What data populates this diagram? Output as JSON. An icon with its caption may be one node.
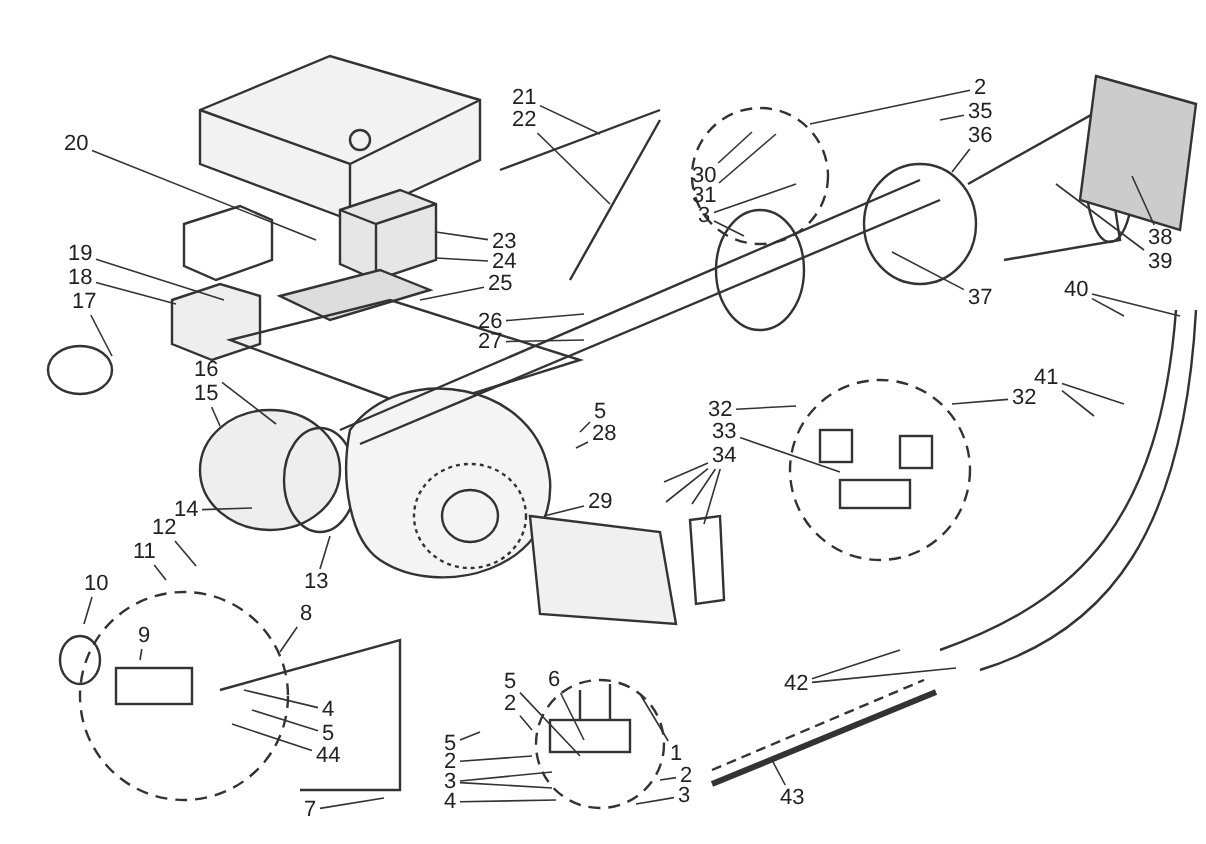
{
  "diagram": {
    "nodes": [
      {
        "text": [
          "21"
        ]
      },
      {
        "text": [
          "2"
        ]
      },
      {
        "text": [
          "22"
        ]
      },
      {
        "text": [
          "35"
        ]
      },
      {
        "text": [
          "36"
        ]
      },
      {
        "text": [
          "20"
        ]
      },
      {
        "text": [
          "30"
        ]
      },
      {
        "text": [
          "31"
        ]
      },
      {
        "text": [
          "3"
        ]
      },
      {
        "text": [
          "38"
        ]
      },
      {
        "text": [
          "23"
        ]
      },
      {
        "text": [
          "19"
        ]
      },
      {
        "text": [
          "24"
        ]
      },
      {
        "text": [
          "18"
        ]
      },
      {
        "text": [
          "25"
        ]
      },
      {
        "text": [
          "39"
        ]
      },
      {
        "text": [
          "40"
        ]
      },
      {
        "text": [
          "37"
        ]
      },
      {
        "text": [
          "17"
        ]
      },
      {
        "text": [
          "26"
        ]
      },
      {
        "text": [
          "27"
        ]
      },
      {
        "text": [
          "16"
        ]
      },
      {
        "text": [
          "41"
        ]
      },
      {
        "text": [
          "15"
        ]
      },
      {
        "text": [
          "32"
        ]
      },
      {
        "text": [
          "32"
        ]
      },
      {
        "text": [
          "5"
        ]
      },
      {
        "text": [
          "28"
        ]
      },
      {
        "text": [
          "33"
        ]
      },
      {
        "text": [
          "34"
        ]
      },
      {
        "text": [
          "29"
        ]
      },
      {
        "text": [
          "14"
        ]
      },
      {
        "text": [
          "12"
        ]
      },
      {
        "text": [
          "11"
        ]
      },
      {
        "text": [
          "13"
        ]
      },
      {
        "text": [
          "10"
        ]
      },
      {
        "text": [
          "8"
        ]
      },
      {
        "text": [
          "9"
        ]
      },
      {
        "text": [
          "6"
        ]
      },
      {
        "text": [
          "5"
        ]
      },
      {
        "text": [
          "42"
        ]
      },
      {
        "text": [
          "2"
        ]
      },
      {
        "text": [
          "4"
        ]
      },
      {
        "text": [
          "5"
        ]
      },
      {
        "text": [
          "5"
        ]
      },
      {
        "text": [
          "1"
        ]
      },
      {
        "text": [
          "44"
        ]
      },
      {
        "text": [
          "2"
        ]
      },
      {
        "text": [
          "2"
        ]
      },
      {
        "text": [
          "3"
        ]
      },
      {
        "text": [
          "43"
        ]
      },
      {
        "text": [
          "3"
        ]
      },
      {
        "text": [
          "4"
        ]
      },
      {
        "text": [
          "7"
        ]
      }
    ],
    "edges": [
      {
        "from": 0,
        "to": null,
        "arrow": "none"
      },
      {
        "from": 1,
        "to": null,
        "arrow": "none"
      },
      {
        "from": 2,
        "to": null,
        "arrow": "none"
      },
      {
        "from": 3,
        "to": null,
        "arrow": "none"
      },
      {
        "from": 4,
        "to": null,
        "arrow": "none"
      },
      {
        "from": 5,
        "to": null,
        "arrow": "none"
      },
      {
        "from": 6,
        "to": null,
        "arrow": "none"
      },
      {
        "from": 7,
        "to": null,
        "arrow": "none"
      },
      {
        "from": 8,
        "to": null,
        "arrow": "none"
      },
      {
        "from": 8,
        "to": null,
        "arrow": "none"
      },
      {
        "from": 9,
        "to": null,
        "arrow": "none"
      },
      {
        "from": 10,
        "to": null,
        "arrow": "none"
      },
      {
        "from": 11,
        "to": null,
        "arrow": "none"
      },
      {
        "from": 12,
        "to": null,
        "arrow": "none"
      },
      {
        "from": 13,
        "to": null,
        "arrow": "none"
      },
      {
        "from": 14,
        "to": null,
        "arrow": "none"
      },
      {
        "from": 15,
        "to": null,
        "arrow": "none"
      },
      {
        "from": 16,
        "to": null,
        "arrow": "none"
      },
      {
        "from": 16,
        "to": null,
        "arrow": "none"
      },
      {
        "from": 17,
        "to": null,
        "arrow": "none"
      },
      {
        "from": 18,
        "to": null,
        "arrow": "none"
      },
      {
        "from": 19,
        "to": null,
        "arrow": "none"
      },
      {
        "from": 20,
        "to": null,
        "arrow": "none"
      },
      {
        "from": 21,
        "to": null,
        "arrow": "none"
      },
      {
        "from": 22,
        "to": null,
        "arrow": "none"
      },
      {
        "from": 22,
        "to": null,
        "arrow": "none"
      },
      {
        "from": 23,
        "to": null,
        "arrow": "none"
      },
      {
        "from": 24,
        "to": null,
        "arrow": "none"
      },
      {
        "from": 25,
        "to": null,
        "arrow": "none"
      },
      {
        "from": 26,
        "to": null,
        "arrow": "none"
      },
      {
        "from": 27,
        "to": null,
        "arrow": "none"
      },
      {
        "from": 28,
        "to": null,
        "arrow": "none"
      },
      {
        "from": 29,
        "to": null,
        "arrow": "none"
      },
      {
        "from": 29,
        "to": null,
        "arrow": "none"
      },
      {
        "from": 29,
        "to": null,
        "arrow": "none"
      },
      {
        "from": 29,
        "to": null,
        "arrow": "none"
      },
      {
        "from": 30,
        "to": null,
        "arrow": "none"
      },
      {
        "from": 31,
        "to": null,
        "arrow": "none"
      },
      {
        "from": 32,
        "to": null,
        "arrow": "none"
      },
      {
        "from": 33,
        "to": null,
        "arrow": "none"
      },
      {
        "from": 34,
        "to": null,
        "arrow": "none"
      },
      {
        "from": 35,
        "to": null,
        "arrow": "none"
      },
      {
        "from": 36,
        "to": null,
        "arrow": "none"
      },
      {
        "from": 37,
        "to": null,
        "arrow": "none"
      },
      {
        "from": 38,
        "to": null,
        "arrow": "none"
      },
      {
        "from": 39,
        "to": null,
        "arrow": "none"
      },
      {
        "from": 40,
        "to": null,
        "arrow": "none"
      },
      {
        "from": 40,
        "to": null,
        "arrow": "none"
      },
      {
        "from": 41,
        "to": null,
        "arrow": "none"
      },
      {
        "from": 42,
        "to": null,
        "arrow": "none"
      },
      {
        "from": 43,
        "to": null,
        "arrow": "none"
      },
      {
        "from": 44,
        "to": null,
        "arrow": "none"
      },
      {
        "from": 45,
        "to": null,
        "arrow": "none"
      },
      {
        "from": 46,
        "to": null,
        "arrow": "none"
      },
      {
        "from": 47,
        "to": null,
        "arrow": "none"
      },
      {
        "from": 48,
        "to": null,
        "arrow": "none"
      },
      {
        "from": 49,
        "to": null,
        "arrow": "none"
      },
      {
        "from": 49,
        "to": null,
        "arrow": "none"
      },
      {
        "from": 50,
        "to": null,
        "arrow": "none"
      },
      {
        "from": 51,
        "to": null,
        "arrow": "none"
      },
      {
        "from": 52,
        "to": null,
        "arrow": "none"
      },
      {
        "from": 53,
        "to": null,
        "arrow": "none"
      }
    ]
  }
}
